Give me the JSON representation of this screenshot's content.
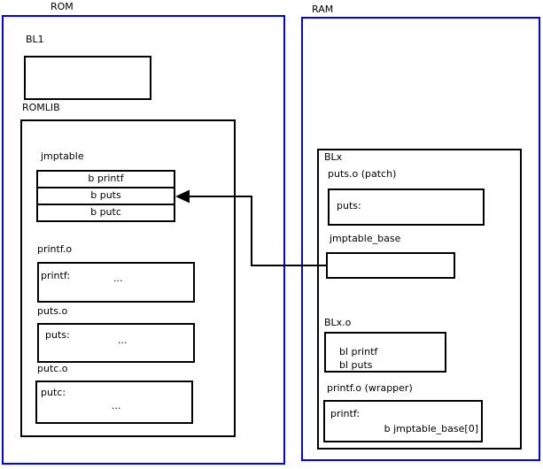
{
  "rom": {
    "label": "ROM",
    "bl1_label": "BL1",
    "romlib_label": "ROMLIB",
    "jmptable": {
      "label": "jmptable",
      "rows": [
        "b printf",
        "b puts",
        "b putc"
      ]
    },
    "objects": [
      {
        "label": "printf.o",
        "symbol": "printf:",
        "body": "..."
      },
      {
        "label": "puts.o",
        "symbol": "puts:",
        "body": "..."
      },
      {
        "label": "putc.o",
        "symbol": "putc:",
        "body": "..."
      }
    ]
  },
  "ram": {
    "label": "RAM",
    "blx_label": "BLx",
    "puts_patch": {
      "label": "puts.o (patch)",
      "symbol": "puts:"
    },
    "jmptable_base_label": "jmptable_base",
    "blx_o": {
      "label": "BLx.o",
      "line1": "bl printf",
      "line2": "bl puts"
    },
    "printf_wrapper": {
      "label": "printf.o (wrapper)",
      "symbol": "printf:",
      "body": "b jmptable_base[0]"
    }
  },
  "colors": {
    "frame_blue": "#0202f2",
    "line_black": "#000000",
    "background": "#ffffff"
  }
}
